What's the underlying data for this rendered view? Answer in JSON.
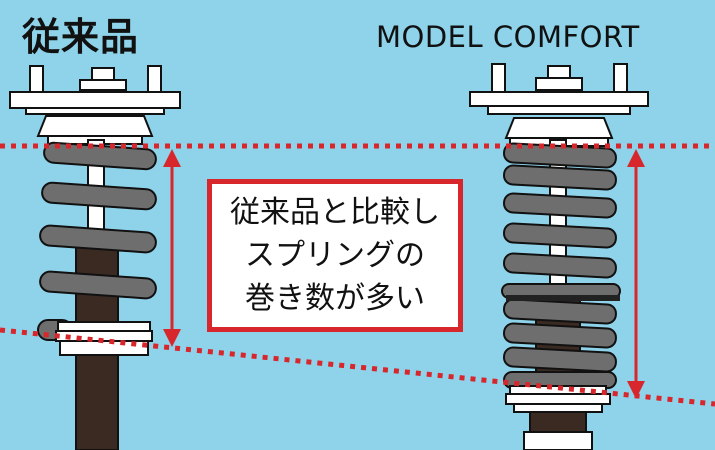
{
  "left_title": "従来品",
  "right_title": "MODEL COMFORT",
  "note": {
    "lines": [
      "従来品と比較し",
      "スプリングの",
      "巻き数が多い"
    ]
  },
  "colors": {
    "background": "#8fd3ea",
    "accent_red": "#d7262c",
    "spring_gray": "#6e6e6e",
    "body_dark": "#3a2a22",
    "outline": "#111111"
  },
  "springs": {
    "conventional_coil_count": 5,
    "comfort_coil_count": 9
  }
}
